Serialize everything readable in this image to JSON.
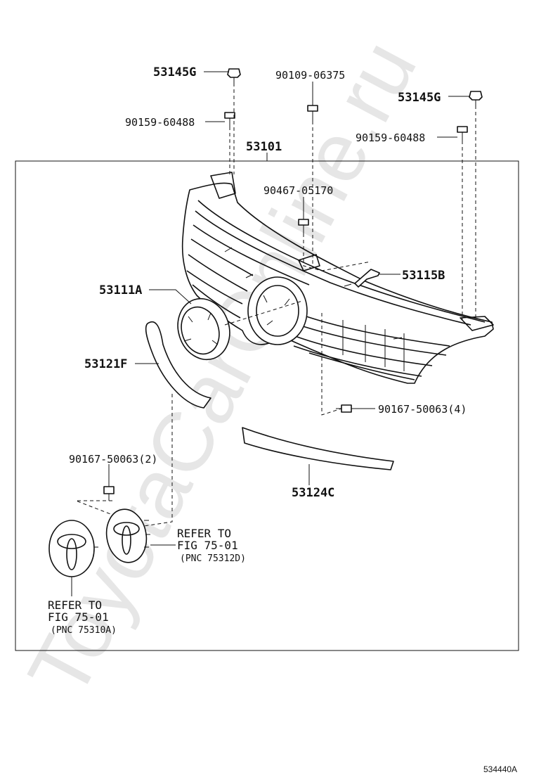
{
  "watermark": "ToyotaCarOnline.ru",
  "figure_id": "534440A",
  "labels": {
    "p53145g_left": "53145G",
    "p90109": "90109-06375",
    "p53145g_right": "53145G",
    "p90159_left": "90159-60488",
    "p90159_right": "90159-60488",
    "p53101": "53101",
    "p90467": "90467-05170",
    "p53115b": "53115B",
    "p53111a": "53111A",
    "p53121f": "53121F",
    "p90167_4": "90167-50063(4)",
    "p90167_2": "90167-50063(2)",
    "p53124c": "53124C"
  },
  "refs": {
    "ref_right": {
      "line1": "REFER TO",
      "line2": "FIG 75-01",
      "line3": "(PNC 75312D)"
    },
    "ref_left": {
      "line1": "REFER TO",
      "line2": "FIG 75-01",
      "line3": "(PNC 75310A)"
    }
  }
}
